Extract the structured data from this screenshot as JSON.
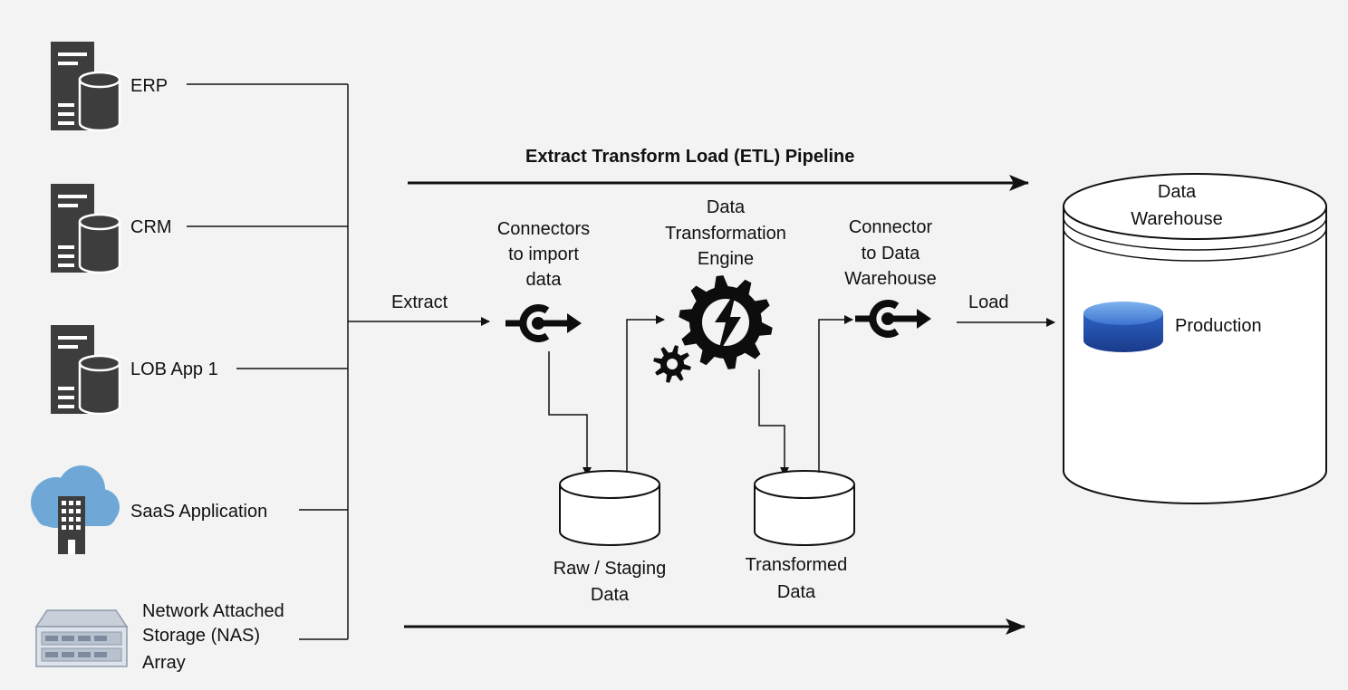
{
  "pipeline": {
    "title": "Extract Transform Load (ETL) Pipeline",
    "extract_label": "Extract",
    "load_label": "Load"
  },
  "sources": {
    "erp": "ERP",
    "crm": "CRM",
    "lob": "LOB App 1",
    "saas": "SaaS Application",
    "nas": [
      "Network Attached",
      "Storage (NAS)",
      "Array"
    ]
  },
  "stages": {
    "connectors_import": [
      "Connectors",
      "to import",
      "data"
    ],
    "transformation_engine": [
      "Data",
      "Transformation",
      "Engine"
    ],
    "connector_warehouse": [
      "Connector",
      "to Data",
      "Warehouse"
    ],
    "raw_staging": [
      "Raw / Staging",
      "Data"
    ],
    "transformed": [
      "Transformed",
      "Data"
    ]
  },
  "warehouse": {
    "title": [
      "Data",
      "Warehouse"
    ],
    "production": "Production"
  },
  "icons": {
    "server_db": "server-database-icon",
    "cloud_building": "cloud-building-icon",
    "nas": "nas-array-icon",
    "connector": "connector-plug-icon",
    "gears": "gear-lightning-icon",
    "cylinder": "database-cylinder-icon"
  },
  "colors": {
    "background": "#f3f3f3",
    "icon_dark": "#3a3a3a",
    "cloud": "#6fa8d6",
    "production_blue": "#2e56b0"
  }
}
